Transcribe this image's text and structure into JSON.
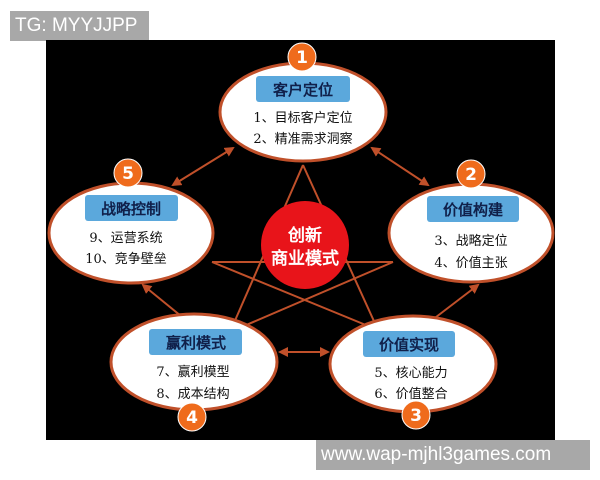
{
  "watermarks": {
    "top_left": "TG: MYYJJPP",
    "bottom_right": "www.wap-mjhl3games.com"
  },
  "colors": {
    "background": "#000000",
    "ellipse_border": "#c0502a",
    "title_box": "#5ba8dc",
    "badge": "#ef6b1c",
    "center": "#e8141a",
    "lines": "#c0502a"
  },
  "center": {
    "line1": "创新",
    "line2": "商业模式"
  },
  "nodes": [
    {
      "badge": "1",
      "title": "客户定位",
      "items": [
        "1、目标客户定位",
        "2、精准需求洞察"
      ]
    },
    {
      "badge": "2",
      "title": "价值构建",
      "items": [
        "3、战略定位",
        "4、价值主张"
      ]
    },
    {
      "badge": "3",
      "title": "价值实现",
      "items": [
        "5、核心能力",
        "6、价值整合"
      ]
    },
    {
      "badge": "4",
      "title": "赢利模式",
      "items": [
        "7、赢利模型",
        "8、成本结构"
      ]
    },
    {
      "badge": "5",
      "title": "战略控制",
      "items": [
        "9、运营系统",
        "10、竞争壁垒"
      ]
    }
  ]
}
